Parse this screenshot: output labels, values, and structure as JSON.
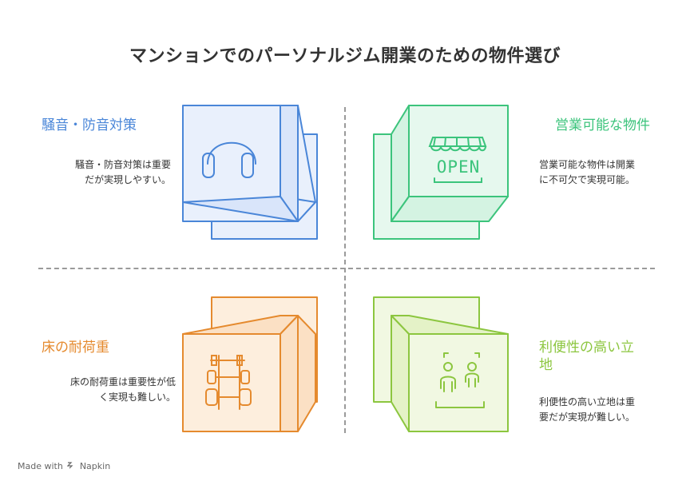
{
  "title": "マンションでのパーソナルジム開業のための物件選び",
  "quadrants": [
    {
      "title": "騒音・防音対策",
      "description_line1": "騒音・防音対策は重要",
      "description_line2": "だが実現しやすい。",
      "color": "#4a86d8",
      "fill": "#e9f0fc",
      "icon": "headphones-icon"
    },
    {
      "title": "営業可能な物件",
      "description_line1": "営業可能な物件は開業",
      "description_line2": "に不可欠で実現可能。",
      "color": "#3cc47c",
      "fill": "#e6f8ee",
      "icon": "open-sign-icon",
      "icon_text": "OPEN"
    },
    {
      "title": "床の耐荷重",
      "description_line1": "床の耐荷重は重要性が低",
      "description_line2": "く実現も難しい。",
      "color": "#e58a2e",
      "fill": "#fdeedd",
      "icon": "barbells-icon"
    },
    {
      "title_line1": "利便性の高い立",
      "title_line2": "地",
      "description_line1": "利便性の高い立地は重",
      "description_line2": "要だが実現が難しい。",
      "color": "#8cc63f",
      "fill": "#f1f8e2",
      "icon": "people-icon"
    }
  ],
  "footer": {
    "made_with": "Made with",
    "brand": "Napkin"
  }
}
